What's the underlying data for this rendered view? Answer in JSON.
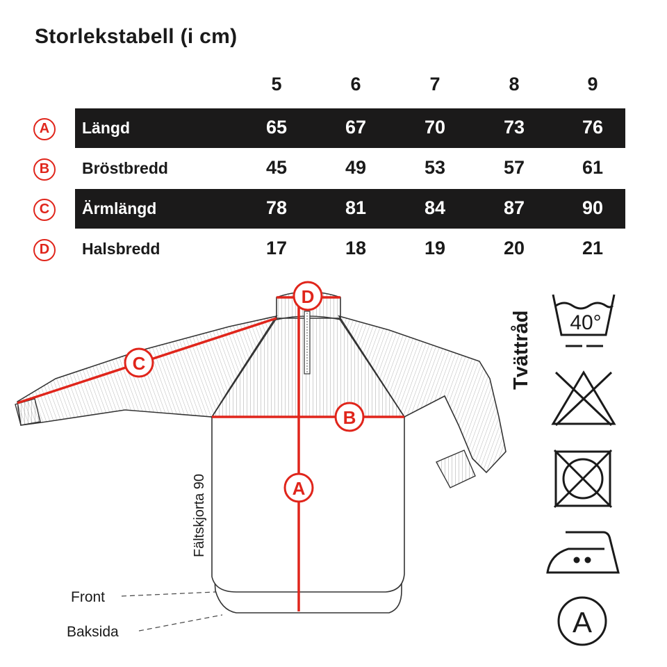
{
  "title": "Storlekstabell (i cm)",
  "sizes": [
    "5",
    "6",
    "7",
    "8",
    "9"
  ],
  "rows": [
    {
      "marker": "A",
      "label": "Längd",
      "values": [
        "65",
        "67",
        "70",
        "73",
        "76"
      ]
    },
    {
      "marker": "B",
      "label": "Bröstbredd",
      "values": [
        "45",
        "49",
        "53",
        "57",
        "61"
      ]
    },
    {
      "marker": "C",
      "label": "Ärmlängd",
      "values": [
        "78",
        "81",
        "84",
        "87",
        "90"
      ]
    },
    {
      "marker": "D",
      "label": "Halsbredd",
      "values": [
        "17",
        "18",
        "19",
        "20",
        "21"
      ]
    }
  ],
  "diagram": {
    "product_name": "Fältskjorta 90",
    "front_label": "Front",
    "back_label": "Baksida",
    "markers": [
      "A",
      "B",
      "C",
      "D"
    ],
    "accent_color": "#e0251b"
  },
  "care": {
    "heading": "Tvättråd",
    "wash_temp": "40°",
    "icons": [
      "wash-40-icon",
      "no-bleach-icon",
      "no-tumble-dry-icon",
      "iron-medium-icon",
      "dry-clean-a-icon"
    ],
    "dry_clean_letter": "A"
  }
}
